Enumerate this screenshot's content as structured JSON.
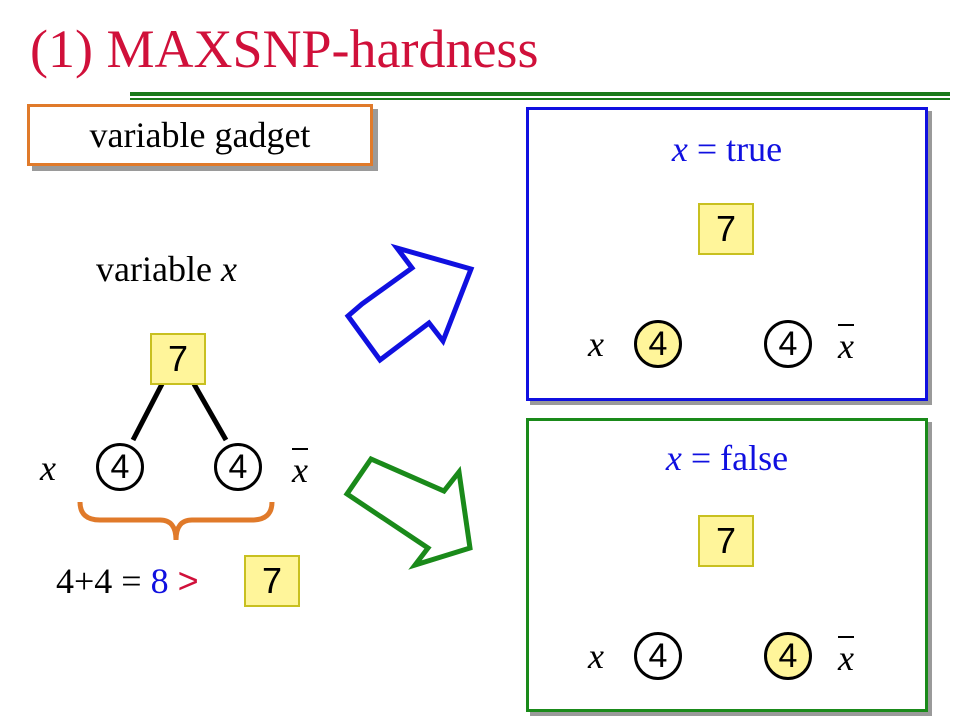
{
  "title": "(1) MAXSNP-hardness",
  "gadget_label": "variable gadget",
  "left": {
    "caption_prefix": "variable ",
    "caption_var": "x",
    "top_value": "7",
    "left_value": "4",
    "right_value": "4",
    "left_literal": "x",
    "right_literal": "x",
    "eq_sum": "4+4 = ",
    "eq_result": "8",
    "eq_op": ">",
    "eq_compare": "7"
  },
  "panel_true": {
    "label_var": "x",
    "label_rest": " = true",
    "top_value": "7",
    "left_value": "4",
    "right_value": "4",
    "left_literal": "x",
    "right_literal": "x"
  },
  "panel_false": {
    "label_var": "x",
    "label_rest": " = false",
    "top_value": "7",
    "left_value": "4",
    "right_value": "4",
    "left_literal": "x",
    "right_literal": "x"
  },
  "colors": {
    "title": "#d0103a",
    "gadget_border": "#e07a2a",
    "true_panel": "#1010e0",
    "false_panel": "#1a8a1a",
    "highlight": "#f5d21f",
    "node_fill": "#fff59a"
  }
}
